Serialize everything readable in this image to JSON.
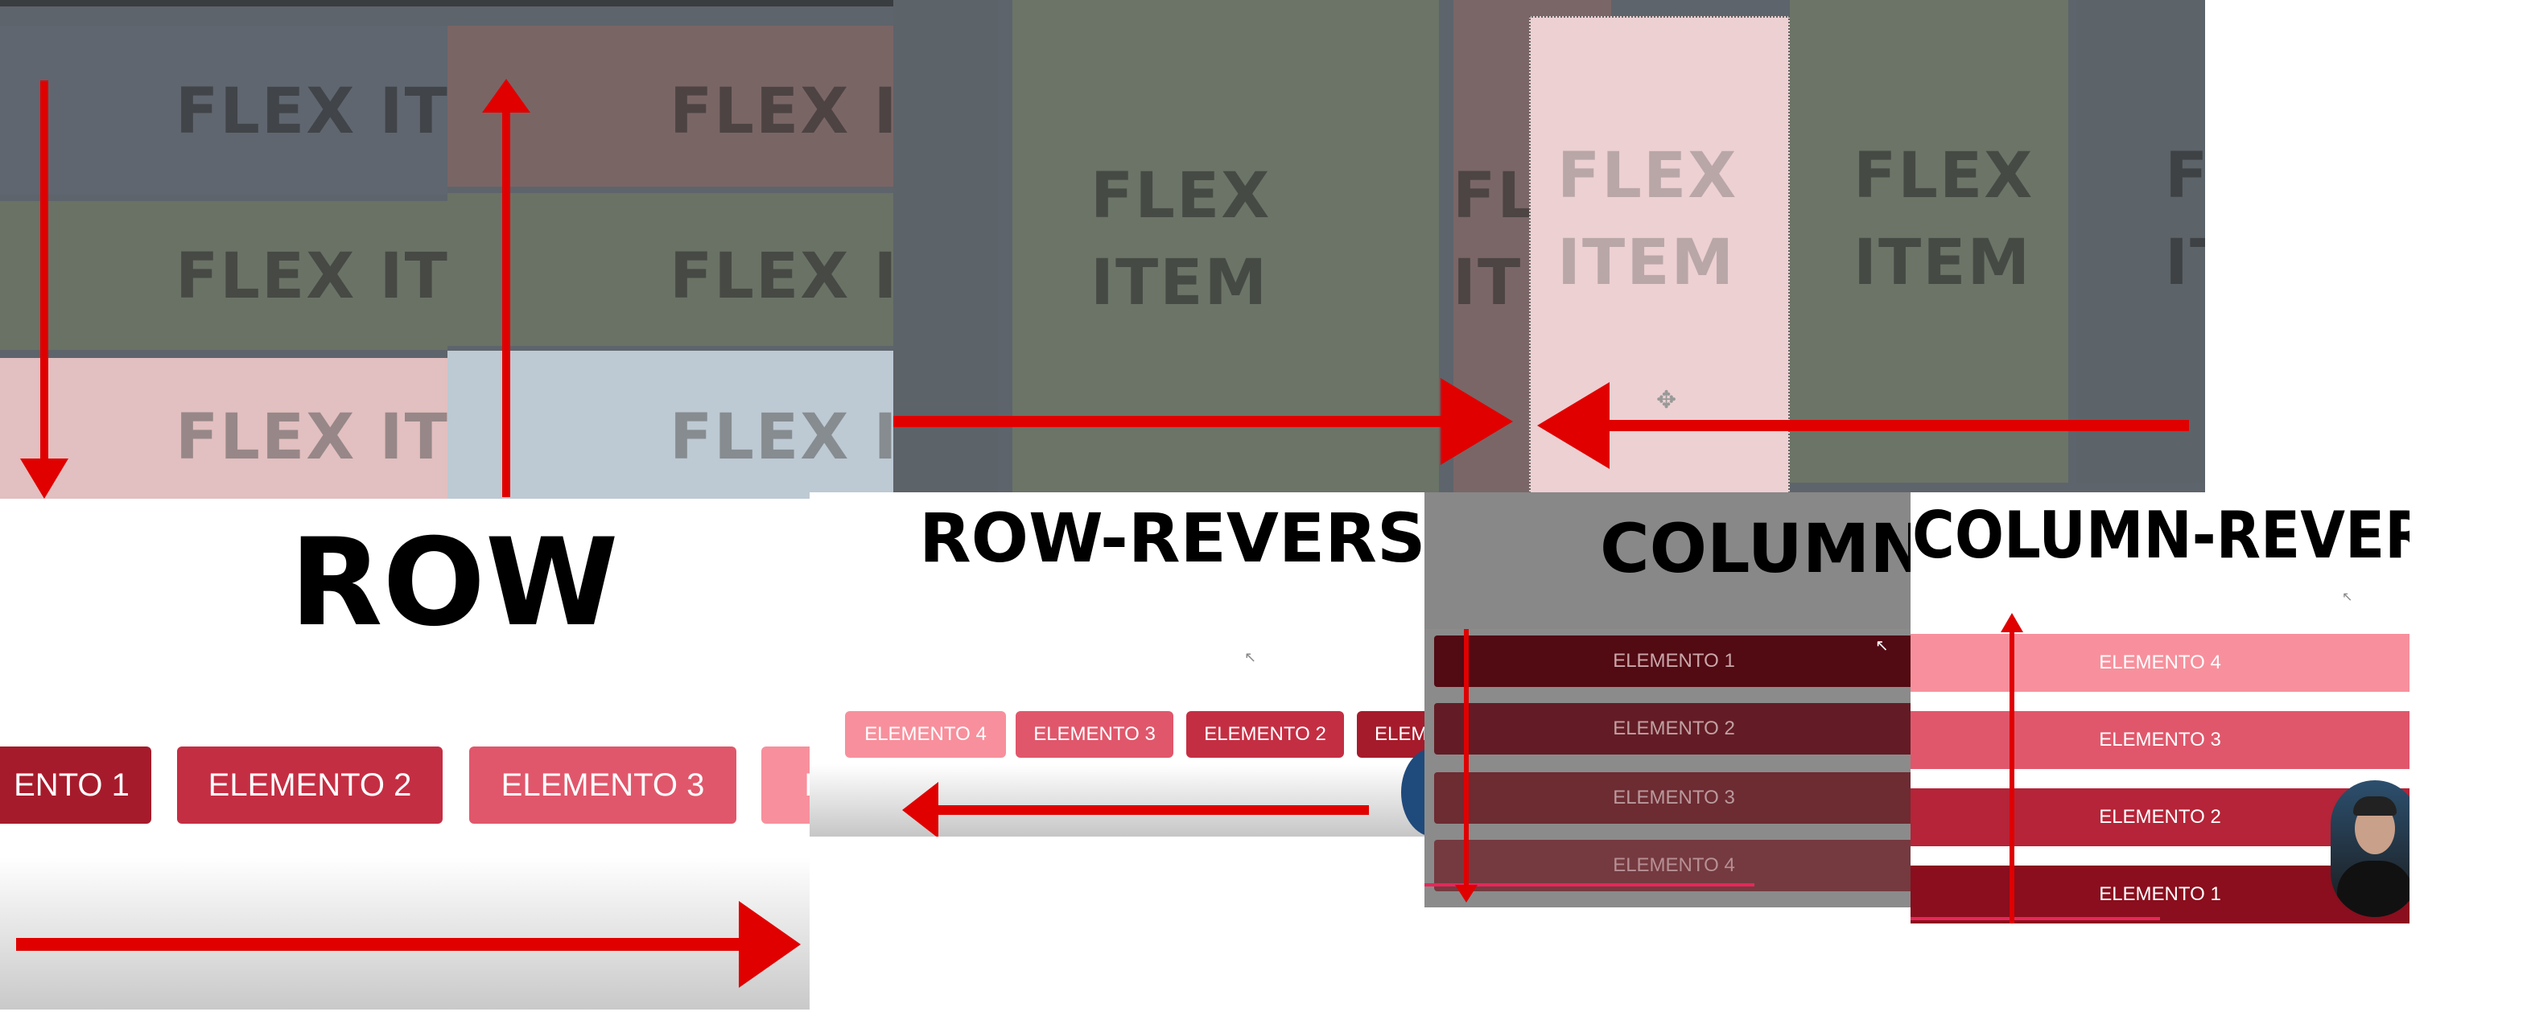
{
  "colors": {
    "arrow": "#e00000",
    "dark_red": "#a61b2b",
    "mid_red": "#c42e43",
    "rose": "#e0576b",
    "pink": "#f7909c",
    "maroon": "#5c0f18"
  },
  "icons": [
    "arrow-down-icon",
    "arrow-up-icon",
    "arrow-right-icon",
    "arrow-left-icon",
    "mouse-cursor-icon",
    "move-cursor-icon"
  ],
  "panel_vertical": {
    "left_col": [
      "FLEX ITE",
      "FLEX ITE",
      "FLEX ITE"
    ],
    "right_col": [
      "FLEX IT",
      "FLEX IT",
      "FLEX IT"
    ]
  },
  "panel_horizontal": {
    "items": [
      {
        "line1": "FLEX",
        "line2": "ITEM"
      },
      {
        "line1": "FL",
        "line2": "IT"
      },
      {
        "line1": "FLEX",
        "line2": "ITEM"
      },
      {
        "line1": "FLEX",
        "line2": "ITEM"
      },
      {
        "line1": "FL",
        "line2": "IT"
      }
    ]
  },
  "row": {
    "title": "ROW",
    "buttons": [
      "ENTO 1",
      "ELEMENTO 2",
      "ELEMENTO 3",
      "E"
    ]
  },
  "row_reverse": {
    "title": "ROW-REVERSE",
    "buttons": [
      "ELEMENTO 4",
      "ELEMENTO 3",
      "ELEMENTO 2",
      "ELEM"
    ]
  },
  "column": {
    "title": "COLUMN",
    "items": [
      "ELEMENTO 1",
      "ELEMENTO 2",
      "ELEMENTO 3",
      "ELEMENTO 4"
    ]
  },
  "column_reverse": {
    "title": "COLUMN-REVERSE",
    "items": [
      "ELEMENTO 4",
      "ELEMENTO 3",
      "ELEMENTO 2",
      "ELEMENTO 1"
    ]
  }
}
